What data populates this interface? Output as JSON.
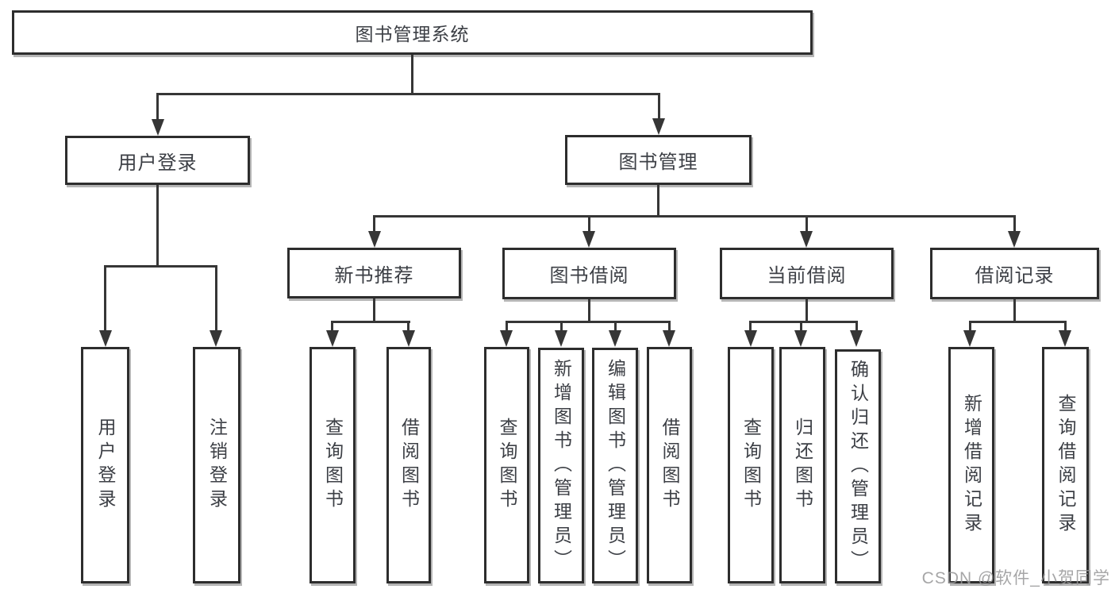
{
  "diagram": {
    "root_label": "图书管理系统",
    "level2": {
      "user_login": "用户登录",
      "book_management": "图书管理"
    },
    "level3": {
      "new_book_recommendation": "新书推荐",
      "book_borrowing": "图书借阅",
      "current_borrowing": "当前借阅",
      "borrowing_records": "借阅记录"
    },
    "leaves": {
      "user_login": "用户登录",
      "logout_login": "注销登录",
      "recommend_query_books": "查询图书",
      "recommend_borrow_books": "借阅图书",
      "borrow_query_books": "查询图书",
      "borrow_add_books_admin": "新增图书（管理员）",
      "borrow_edit_books_admin": "编辑图书（管理员）",
      "borrow_borrow_books": "借阅图书",
      "current_query_books": "查询图书",
      "current_return_books": "归还图书",
      "current_confirm_return_admin": "确认归还（管理员）",
      "records_add_record": "新增借阅记录",
      "records_query_record": "查询借阅记录"
    }
  },
  "watermark": {
    "text": "CSDN @软件_小贺同学"
  },
  "colors": {
    "line": "#363636",
    "box_border": "#2d2d2d",
    "text": "#3c3f45",
    "background": "#ffffff",
    "watermark": "#969698"
  }
}
